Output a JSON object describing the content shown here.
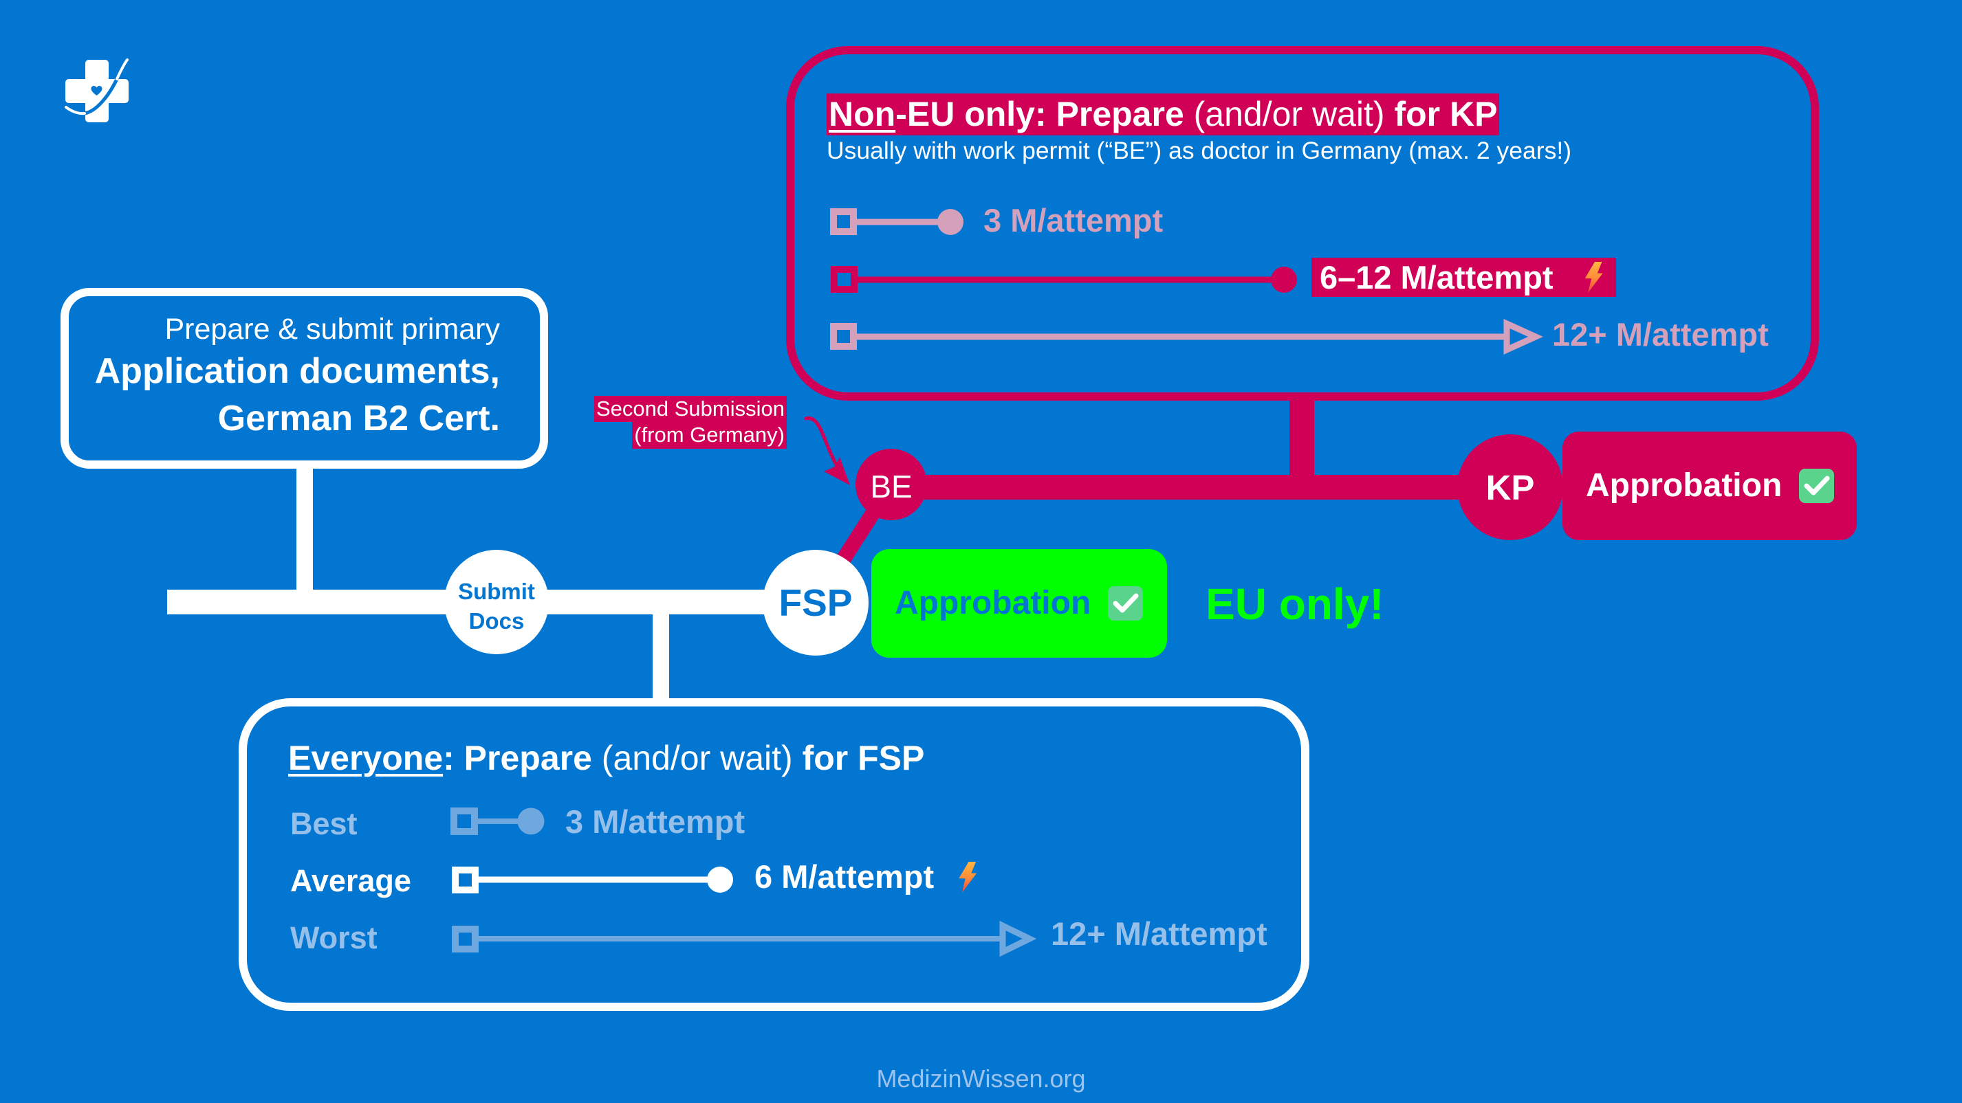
{
  "slide": {
    "footer": "MedizinWissen.org"
  },
  "colors": {
    "background": "#0376D2",
    "crimson": "#D00057",
    "eu_green": "#00FF00",
    "muted_pink": "#D4A0BA",
    "muted_blue_text": "#96C0EA",
    "muted_blue_shape": "#6FA8DF",
    "white": "#FFFFFF",
    "check_green": "#5AD38C",
    "footer_text": "#9DC3EC"
  },
  "icons": {
    "logo": "medical-cross-heart-logo",
    "approved": "check-mark-button",
    "fastest_typical": "lightning-bolt",
    "start_marker": "hollow-square",
    "end_dot": "filled-circle",
    "end_arrow": "open-triangle-arrow"
  },
  "start_box": {
    "lines": [
      "Prepare & submit primary",
      "Application documents,",
      "German B2 Cert."
    ]
  },
  "nodes": {
    "submit_docs": [
      "Submit",
      "Docs"
    ],
    "fsp": "FSP",
    "be": "BE",
    "kp": "KP"
  },
  "second_submission": [
    "Second Submission",
    "(from Germany)"
  ],
  "outcomes": {
    "eu": {
      "label": "Approbation",
      "note": "EU only!"
    },
    "non_eu": {
      "label": "Approbation"
    }
  },
  "kp_box": {
    "title": [
      "Non",
      "-EU only: Prepare",
      " (and/or wait)",
      " for KP"
    ],
    "subtitle": "Usually with work permit (“BE”) as doctor in Germany (max. 2 years!)",
    "rows": [
      {
        "label": "3 M/attempt",
        "end_marker": "end_dot",
        "emphasized": false
      },
      {
        "label": "6–12 M/attempt",
        "end_marker": "end_dot",
        "emphasized": true,
        "badge_icon": "fastest_typical"
      },
      {
        "label": "12+ M/attempt",
        "end_marker": "end_arrow",
        "emphasized": false
      }
    ]
  },
  "fsp_box": {
    "title": [
      "Everyone",
      ": Prepare",
      " (and/or wait)",
      " for FSP"
    ],
    "rows": [
      {
        "name": "Best",
        "label": "3 M/attempt",
        "end_marker": "end_dot",
        "emphasized": false
      },
      {
        "name": "Average",
        "label": "6 M/attempt",
        "end_marker": "end_dot",
        "emphasized": true,
        "badge_icon": "fastest_typical"
      },
      {
        "name": "Worst",
        "label": "12+ M/attempt",
        "end_marker": "end_arrow",
        "emphasized": false
      }
    ]
  }
}
